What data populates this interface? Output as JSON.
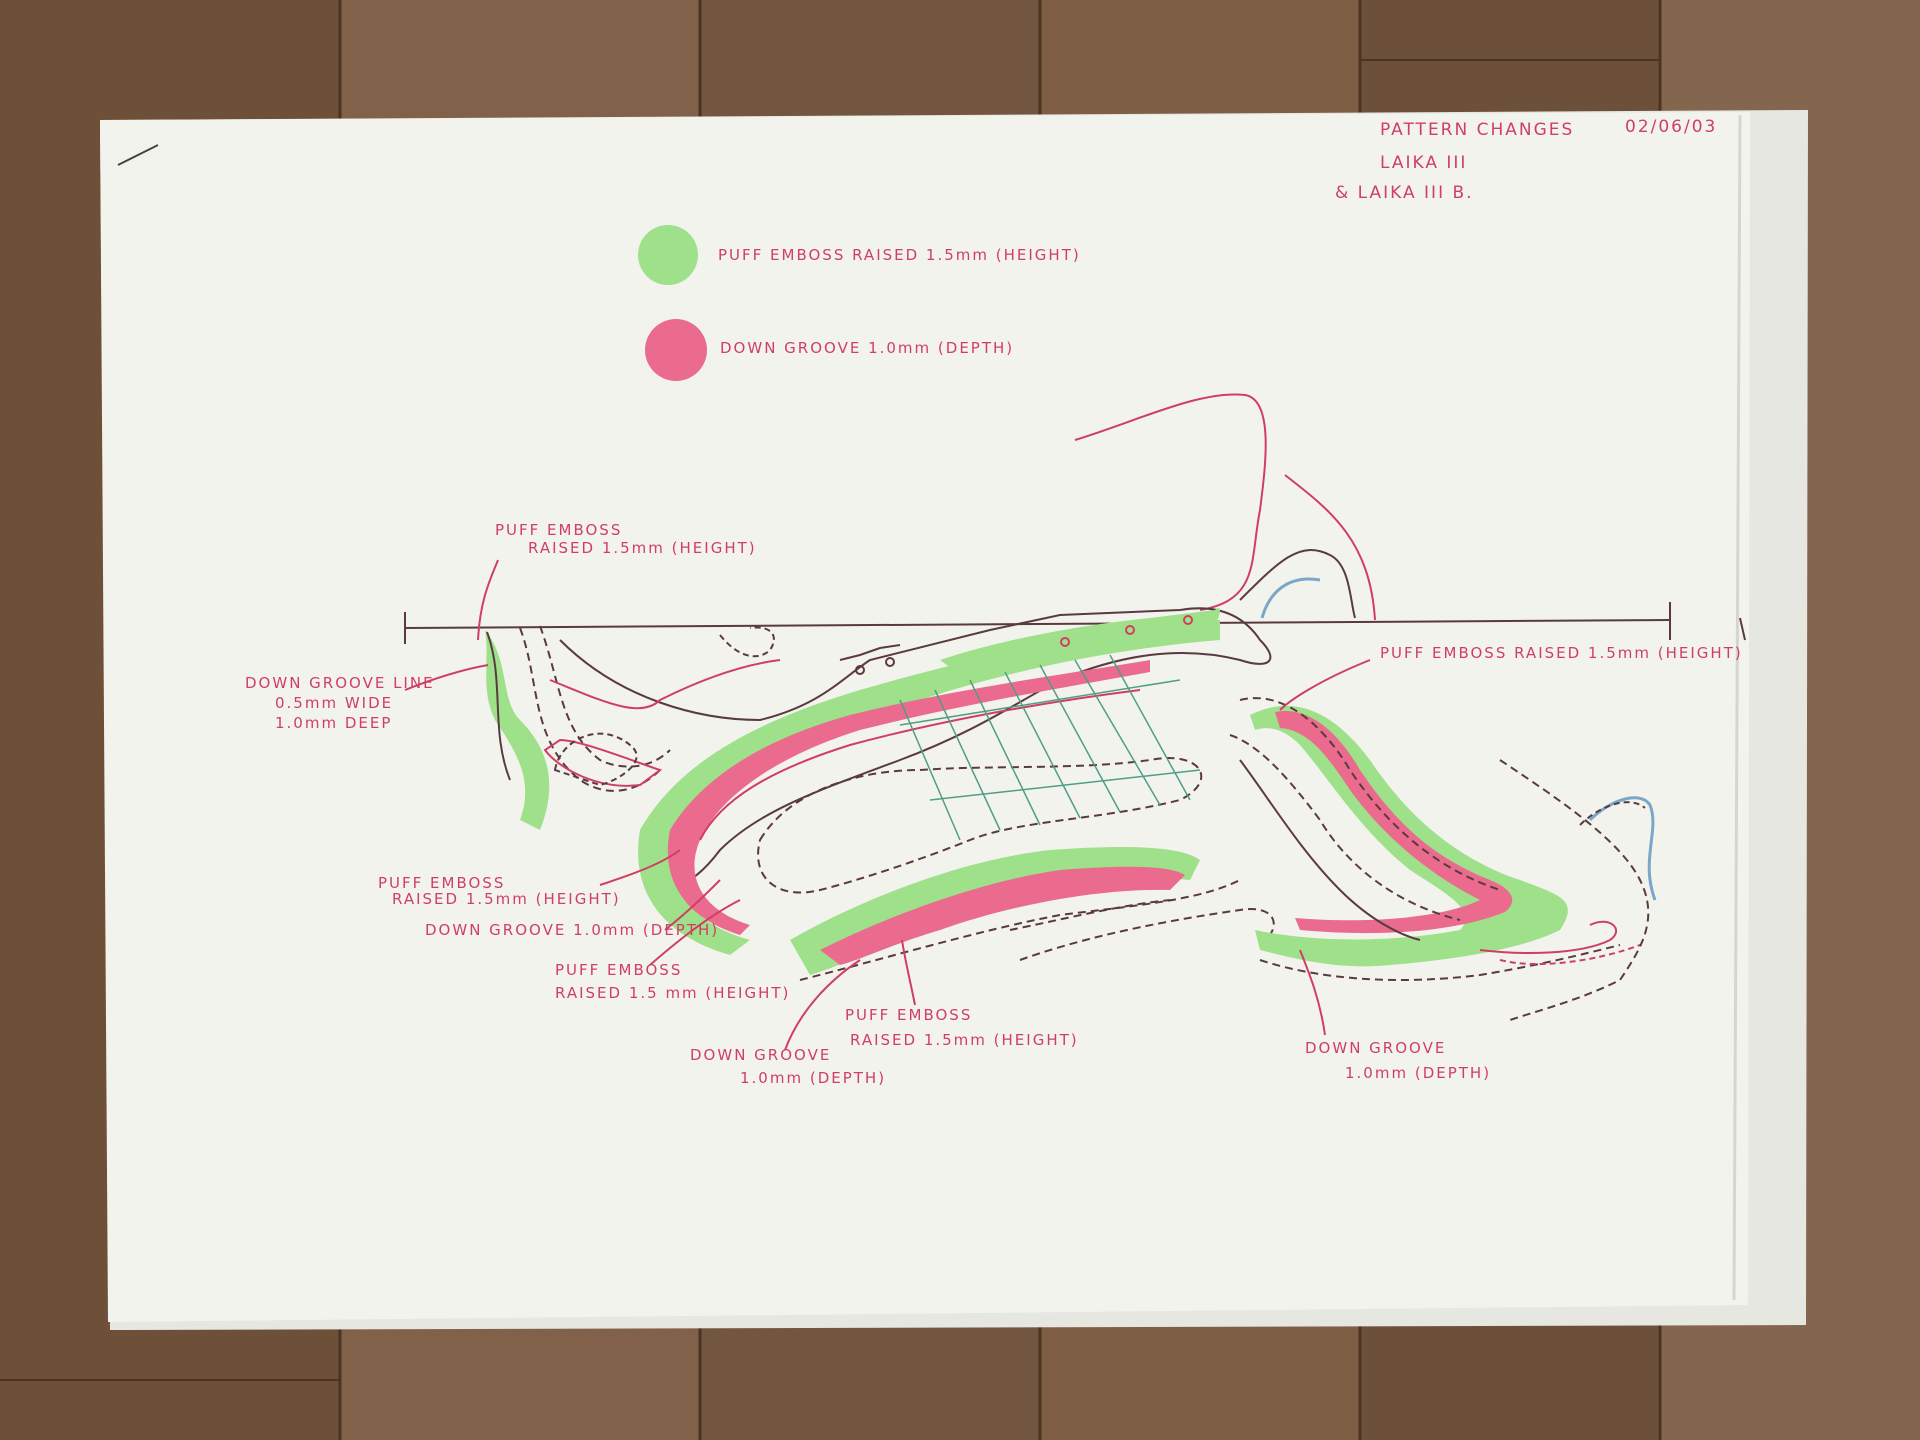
{
  "header": {
    "title": "PATTERN CHANGES",
    "date": "02/06/03",
    "model_1": "LAIKA III",
    "model_2": "& LAIKA III B."
  },
  "legend": {
    "puff": {
      "label": "PUFF EMBOSS RAISED 1.5mm (HEIGHT)",
      "color": "#9fe08a"
    },
    "groove": {
      "label": "DOWN GROOVE 1.0mm (DEPTH)",
      "color": "#ea6b8d"
    }
  },
  "annotations": {
    "top_puff_l1": "PUFF EMBOSS",
    "top_puff_l2": "RAISED 1.5mm (HEIGHT)",
    "groove_line_l1": "DOWN GROOVE LINE",
    "groove_line_l2": "0.5mm WIDE",
    "groove_line_l3": "1.0mm DEEP",
    "right_puff": "PUFF EMBOSS RAISED 1.5mm (HEIGHT)",
    "left_puff_l1": "PUFF EMBOSS",
    "left_puff_l2": "RAISED 1.5mm (HEIGHT)",
    "left_groove": "DOWN GROOVE 1.0mm (DEPTH)",
    "mid_puff_l1": "PUFF EMBOSS",
    "mid_puff_l2": "RAISED 1.5 mm (HEIGHT)",
    "bot_puff_l1": "PUFF EMBOSS",
    "bot_puff_l2": "RAISED 1.5mm (HEIGHT)",
    "bot_groove_l1": "DOWN GROOVE",
    "bot_groove_l2": "1.0mm (DEPTH)",
    "right_groove_l1": "DOWN GROOVE",
    "right_groove_l2": "1.0mm (DEPTH)"
  },
  "colors": {
    "wood": "#7a5a3f",
    "paper": "#f3f3ee",
    "ink_red": "#cf3f63",
    "ink_dark": "#5a3a40",
    "blue_line": "#7aa6c8"
  }
}
